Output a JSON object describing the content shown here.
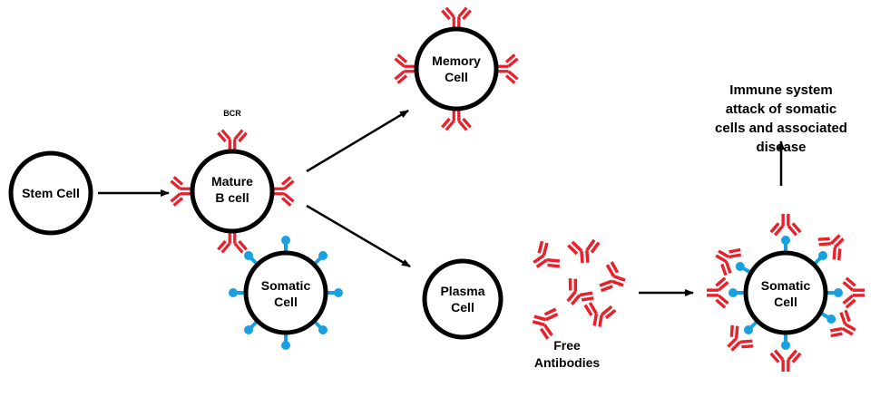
{
  "diagram": {
    "title": "",
    "colors": {
      "antibody": "#e8202a",
      "antigen": "#1aa0e0",
      "outline": "#000000",
      "background": "#ffffff"
    },
    "nodes": {
      "stem_cell": {
        "label_lines": [
          "Stem Cell"
        ]
      },
      "mature_b_cell": {
        "label_lines": [
          "Mature",
          "B cell"
        ],
        "receptor_label": "BCR"
      },
      "somatic_cell_left": {
        "label_lines": [
          "Somatic",
          "Cell"
        ]
      },
      "memory_cell": {
        "label_lines": [
          "Memory",
          "Cell"
        ]
      },
      "plasma_cell": {
        "label_lines": [
          "Plasma",
          "Cell"
        ]
      },
      "free_antibodies": {
        "label_lines": [
          "Free",
          "Antibodies"
        ]
      },
      "somatic_cell_right": {
        "label_lines": [
          "Somatic",
          "Cell"
        ]
      },
      "outcome": {
        "label_lines": [
          "Immune system",
          "attack of somatic",
          "cells and associated",
          "disease"
        ]
      }
    },
    "edges": [
      {
        "from": "stem_cell",
        "to": "mature_b_cell"
      },
      {
        "from": "mature_b_cell",
        "to": "memory_cell"
      },
      {
        "from": "mature_b_cell",
        "to": "plasma_cell"
      },
      {
        "from": "free_antibodies",
        "to": "somatic_cell_right"
      },
      {
        "from": "somatic_cell_right",
        "to": "outcome"
      }
    ]
  }
}
